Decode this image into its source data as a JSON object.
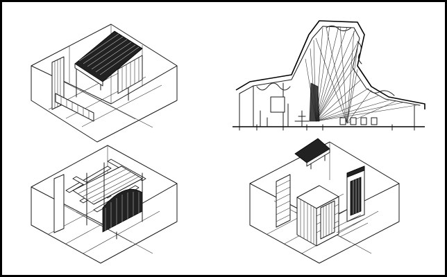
{
  "figure": {
    "description_visible_text": "",
    "panels": [
      {
        "id": "top-left",
        "icon": "isometric-room-with-slatted-canopy"
      },
      {
        "id": "top-right",
        "icon": "sectional-vault-with-radiating-lines"
      },
      {
        "id": "bottom-left",
        "icon": "isometric-room-with-pergola-and-arched-screen"
      },
      {
        "id": "bottom-right",
        "icon": "isometric-room-with-booth-and-door"
      }
    ],
    "colors": {
      "ink": "#1a1a1a",
      "paper": "#ffffff",
      "border": "#000000"
    }
  }
}
